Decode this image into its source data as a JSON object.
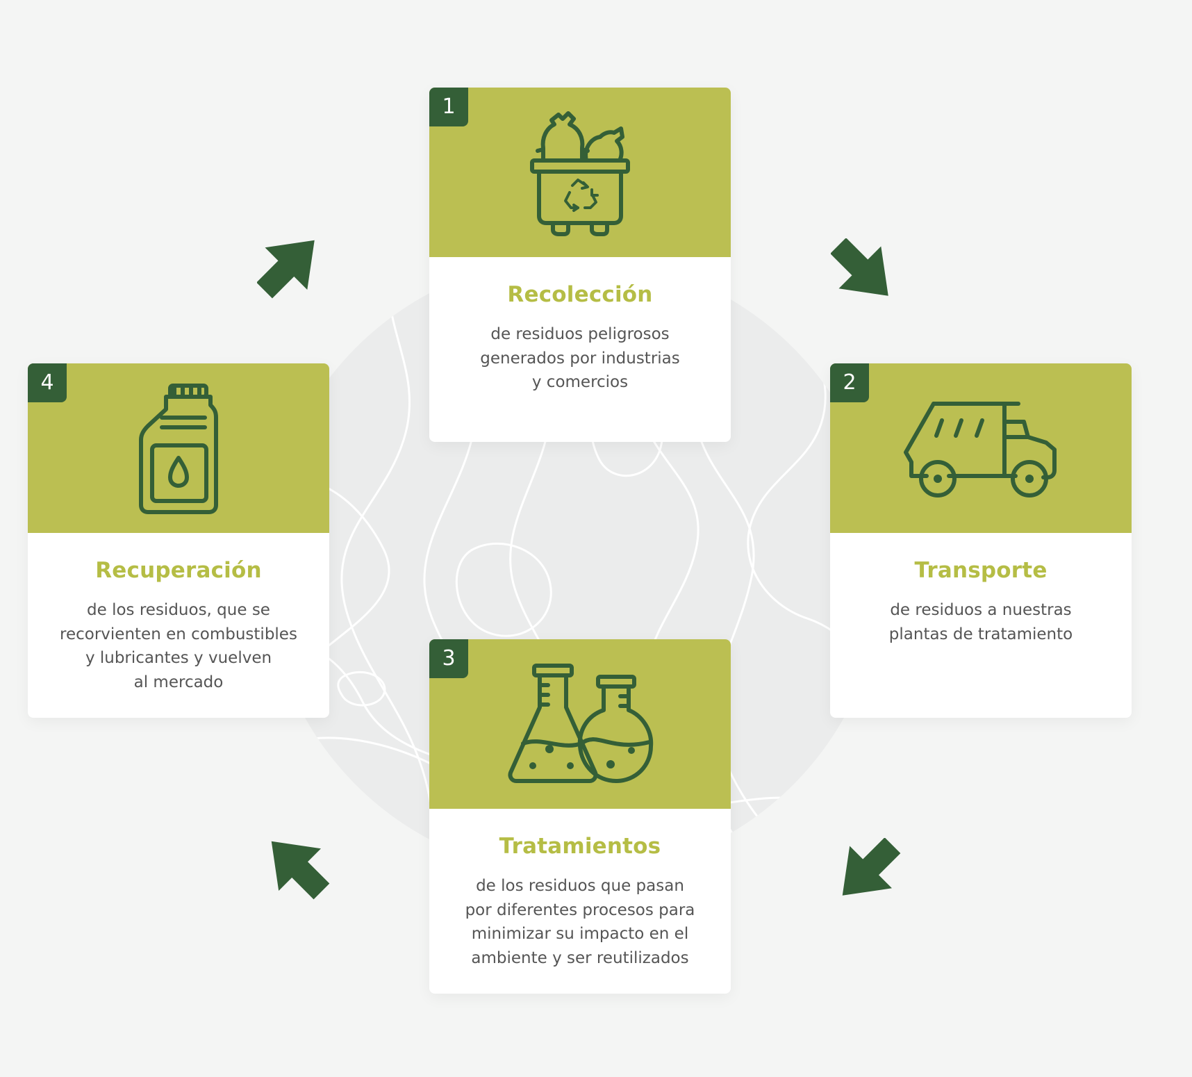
{
  "steps": [
    {
      "number": "1",
      "title": "Recolección",
      "description": "de residuos peligrosos\ngenerados por industrias\ny comercios",
      "icon": "recycle-container-icon"
    },
    {
      "number": "2",
      "title": "Transporte",
      "description": "de residuos a nuestras\nplantas de tratamiento",
      "icon": "garbage-truck-icon"
    },
    {
      "number": "3",
      "title": "Tratamientos",
      "description": "de los residuos que pasan\npor diferentes procesos para\nminimizar su impacto en el\nambiente y ser reutilizados",
      "icon": "lab-flasks-icon"
    },
    {
      "number": "4",
      "title": "Recuperación",
      "description": "de los residuos, que se\nrecorvienten en combustibles\ny lubricantes y vuelven\nal mercado",
      "icon": "oil-jerrycan-icon"
    }
  ],
  "colors": {
    "card_header": "#bbbf52",
    "badge": "#345f37",
    "title": "#b5bd45",
    "icon_stroke": "#345f37",
    "arrow": "#345f37",
    "text": "#555555",
    "background": "#f4f5f4"
  }
}
